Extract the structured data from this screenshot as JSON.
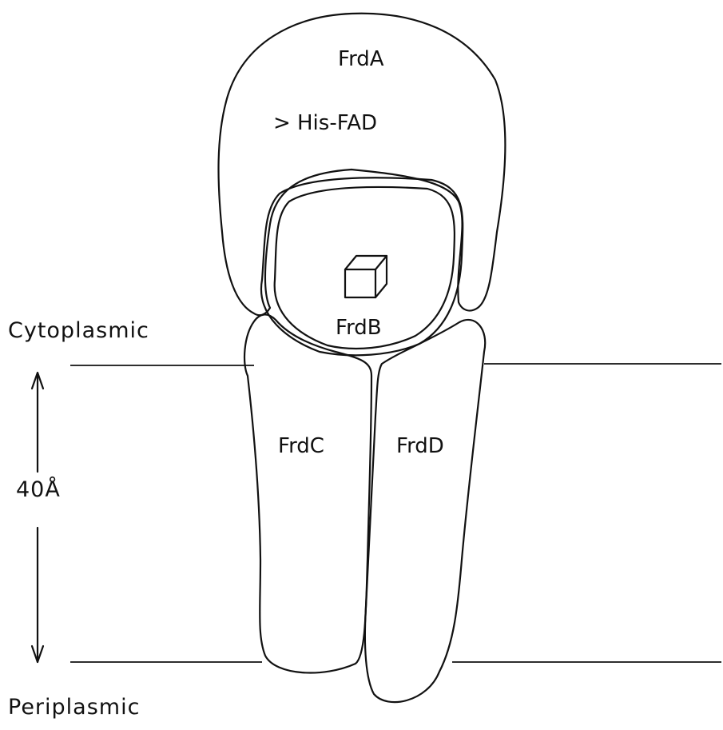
{
  "diagram": {
    "subunits": {
      "frdA": "FrdA",
      "frdB": "FrdB",
      "frdC": "FrdC",
      "frdD": "FrdD"
    },
    "cofactor_label": "His-FAD",
    "cofactor_marker": ">",
    "sides": {
      "top": "Cytoplasmic",
      "bottom": "Periplasmic"
    },
    "membrane_thickness": "40Å",
    "icons": {
      "cluster": "iron-sulfur-cube-icon",
      "arrow_up": "arrow-up-icon",
      "arrow_down": "arrow-down-icon"
    },
    "colors": {
      "ink": "#111111",
      "background": "#ffffff"
    }
  }
}
